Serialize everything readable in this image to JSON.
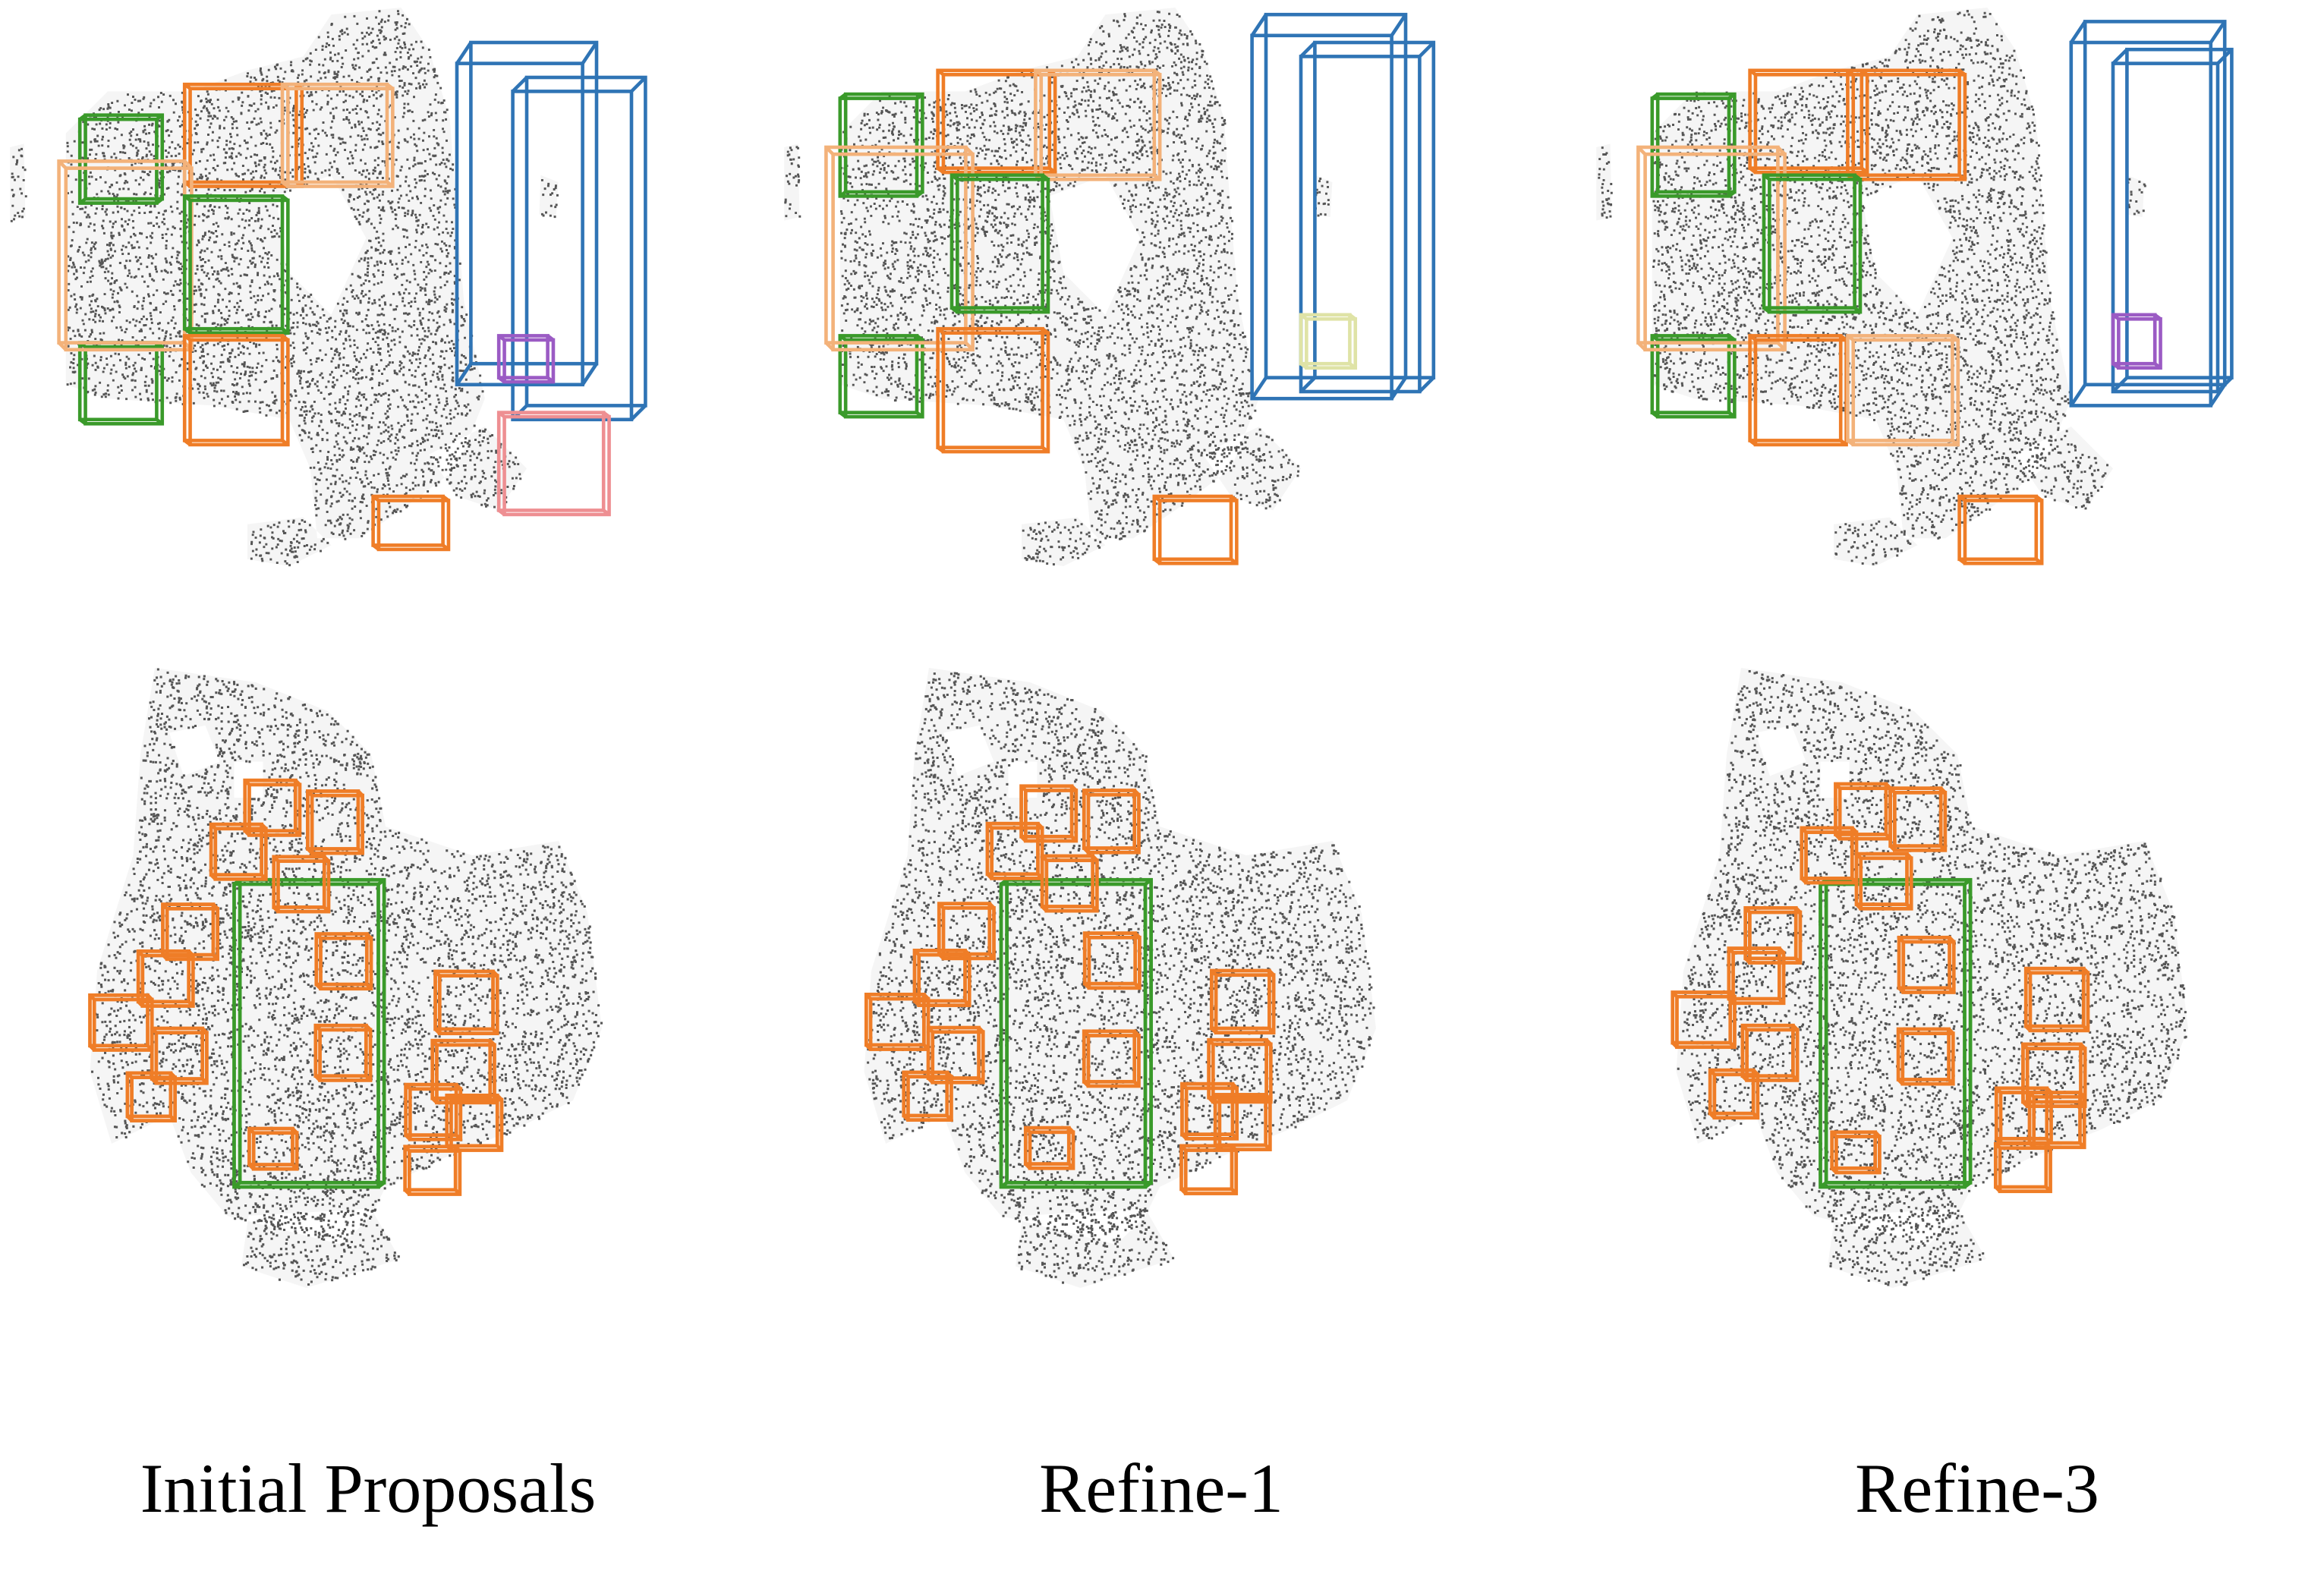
{
  "captions": [
    "Initial Proposals",
    "Refine-1",
    "Refine-3"
  ],
  "colors": {
    "background": "#ffffff",
    "points": "#555555",
    "box_blue": "#2f74b5",
    "box_orange": "#ef7d27",
    "box_light_orange": "#f3b27a",
    "box_green": "#3a9a2a",
    "box_pink": "#ee8f92",
    "box_purple": "#9b5bc4",
    "box_yellow": "#dfe3a6"
  },
  "panels": [
    {
      "stage": "Initial Proposals",
      "scene": "top",
      "box_colors": [
        "box_blue",
        "box_orange",
        "box_light_orange",
        "box_green",
        "box_pink",
        "box_purple"
      ]
    },
    {
      "stage": "Refine-1",
      "scene": "top",
      "box_colors": [
        "box_blue",
        "box_orange",
        "box_light_orange",
        "box_green",
        "box_yellow"
      ]
    },
    {
      "stage": "Refine-3",
      "scene": "top",
      "box_colors": [
        "box_blue",
        "box_orange",
        "box_light_orange",
        "box_green",
        "box_purple"
      ]
    },
    {
      "stage": "Initial Proposals",
      "scene": "bottom",
      "box_colors": [
        "box_orange",
        "box_green"
      ]
    },
    {
      "stage": "Refine-1",
      "scene": "bottom",
      "box_colors": [
        "box_orange",
        "box_green"
      ]
    },
    {
      "stage": "Refine-3",
      "scene": "bottom",
      "box_colors": [
        "box_orange",
        "box_green"
      ]
    }
  ]
}
